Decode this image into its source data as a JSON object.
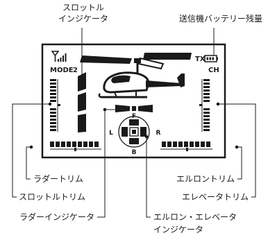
{
  "callouts": {
    "throttle_indicator": [
      "スロットル",
      "インジケータ"
    ],
    "tx_battery": "送信機バッテリー残量",
    "rudder_trim": "ラダートリム",
    "throttle_trim": "スロットルトリム",
    "rudder_indicator": "ラダーインジケータ",
    "aileron_trim": "エルロントリム",
    "elevator_trim": "エレベータトリム",
    "aileron_elevator_indicator": [
      "エルロン・エレベータ",
      "インジケータ"
    ]
  },
  "lcd": {
    "mode_label": "MODE",
    "mode_value": "2",
    "tx_label": "TX",
    "ch_label": "CH",
    "dir_front": "F",
    "dir_back": "B",
    "dir_left": "L",
    "dir_right": "R"
  },
  "icons": {
    "signal": "signal-bars-icon",
    "battery": "battery-icon",
    "helicopter": "helicopter-icon"
  },
  "colors": {
    "ink": "#1a1a1a",
    "screen": "#ffffff"
  }
}
